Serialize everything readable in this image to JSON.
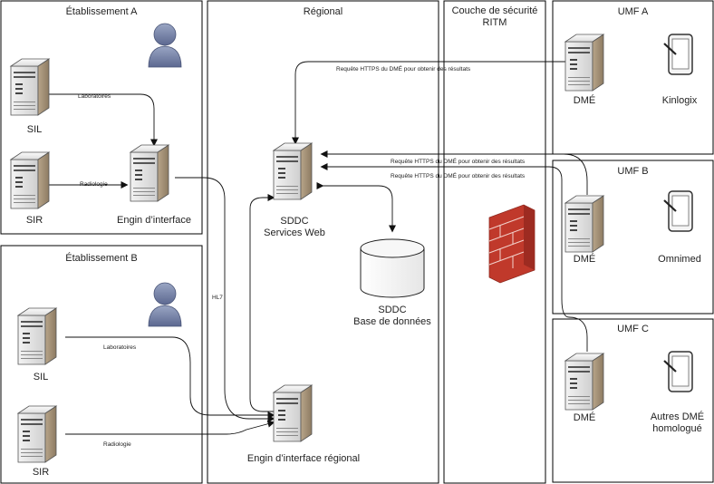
{
  "panels": {
    "etab_a": "Établissement A",
    "etab_b": "Établissement B",
    "regional": "Régional",
    "securite": "Couche de sécurité RITM",
    "umf_a": "UMF A",
    "umf_b": "UMF B",
    "umf_c": "UMF C"
  },
  "nodes": {
    "a_sil": "SIL",
    "a_sir": "SIR",
    "a_engin": "Engin d’interface",
    "b_sil": "SIL",
    "b_sir": "SIR",
    "sddc_web": "SDDC\nServices Web",
    "sddc_db": "SDDC\nBase de données",
    "engin_regional": "Engin d’interface régional",
    "umfa_dme": "DMÉ",
    "umfa_app": "Kinlogix",
    "umfb_dme": "DMÉ",
    "umfb_app": "Omnimed",
    "umfc_dme": "DMÉ",
    "umfc_app": "Autres DMÉ\nhomologué"
  },
  "edges": {
    "a_lab": "Laboratoires",
    "a_rad": "Radiologie",
    "b_lab": "Laboratoires",
    "b_rad": "Radiologie",
    "hl7": "HL7",
    "req_a": "Requête HTTPS du DMÉ pour obtenir des résultats",
    "req_b": "Requête HTTPS du DMÉ pour obtenir des résultats",
    "req_c": "Requête HTTPS du DMÉ pour obtenir des résultats"
  },
  "icons": [
    "server-icon",
    "user-icon",
    "tablet-icon",
    "database-icon",
    "firewall-icon"
  ]
}
